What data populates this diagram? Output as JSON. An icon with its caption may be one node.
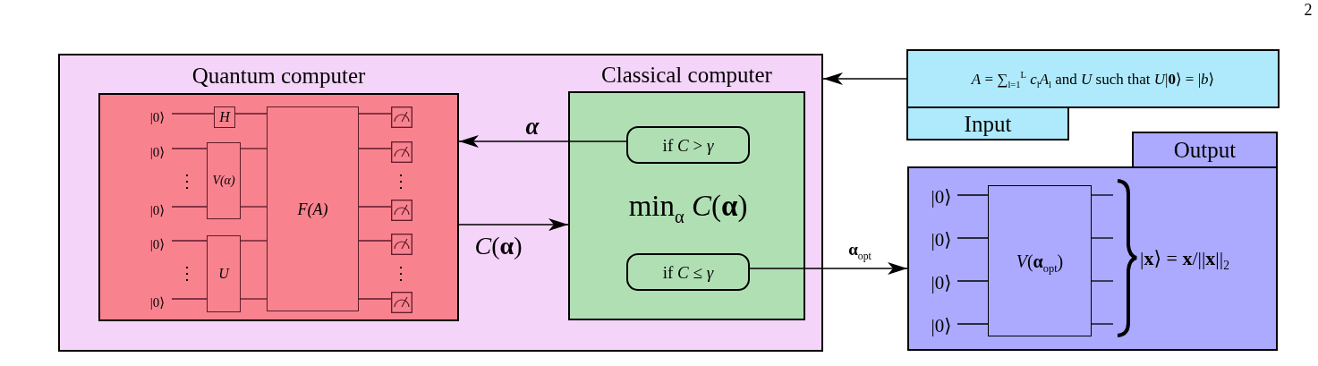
{
  "diagram": {
    "nodes": [
      {
        "text": [],
        "shape": "box"
      },
      {
        "text": [
          "Quantum computer"
        ],
        "in": 0
      },
      {
        "text": [
          "|0⟩"
        ],
        "in": 1
      },
      {
        "text": [
          "H"
        ],
        "in": 1
      },
      {
        "text": [
          "|0⟩"
        ],
        "in": 1
      },
      {
        "text": [
          "V(α)"
        ],
        "in": 1
      },
      {
        "text": [
          "|0⟩"
        ],
        "in": 1
      },
      {
        "text": [
          "|0⟩"
        ],
        "in": 1
      },
      {
        "text": [
          "U"
        ],
        "in": 1
      },
      {
        "text": [
          "|0⟩"
        ],
        "in": 1
      },
      {
        "text": [
          "F(A)"
        ],
        "in": 1
      },
      {
        "text": [],
        "shape": "picture",
        "in": 1
      },
      {
        "text": [],
        "shape": "picture",
        "in": 1
      },
      {
        "text": [],
        "shape": "picture",
        "in": 1
      },
      {
        "text": [],
        "shape": "picture",
        "in": 1
      },
      {
        "text": [],
        "shape": "picture",
        "in": 1
      },
      {
        "text": [
          "Classical computer",
          "min$_{α}$ *C*(**α**)"
        ],
        "in": 0
      },
      {
        "text": [
          "if *C* > *γ*"
        ],
        "in": 16
      },
      {
        "text": [
          "if *C* ≤ *γ*"
        ],
        "in": 16
      },
      {
        "text": [
          "*A* = ∑$_{l=1}$$^{L}$ *c*$_{l}$*A*$_{l}$ and *U* such that *U*|**0**⟩ = |*b*⟩",
          "Input"
        ]
      },
      {
        "text": [
          "Output",
          "|**x**⟩ = **x**/||**x**||$_{2}$"
        ]
      },
      {
        "text": [
          "|0⟩"
        ],
        "in": 20
      },
      {
        "text": [
          "|0⟩"
        ],
        "in": 20
      },
      {
        "text": [
          "|0⟩"
        ],
        "in": 20
      },
      {
        "text": [
          "|0⟩"
        ],
        "in": 20
      },
      {
        "text": [
          "*V*(**α**$_{opt}$)"
        ],
        "in": 20
      }
    ],
    "edges": [
      {
        "from": 17,
        "to": 1,
        "arrow": "to",
        "label": "α",
        "color": "#000000"
      },
      {
        "from": 1,
        "to": 16,
        "arrow": "to",
        "label": "*C*(**α**)",
        "color": "#000000"
      },
      {
        "from": 18,
        "to": 20,
        "arrow": "to",
        "label": "**α**$_{opt}$",
        "color": "#000000"
      },
      {
        "from": 19,
        "to": 0,
        "arrow": "to",
        "color": "#000000"
      },
      {
        "from": 2,
        "to": 3,
        "arrow": "none",
        "color": "#5e1a28"
      },
      {
        "from": 3,
        "to": 10,
        "arrow": "none",
        "color": "#5e1a28"
      },
      {
        "from": 4,
        "to": 5,
        "arrow": "none",
        "color": "#5e1a28"
      },
      {
        "from": 5,
        "to": 10,
        "arrow": "none",
        "color": "#5e1a28"
      },
      {
        "from": 6,
        "to": 5,
        "arrow": "none",
        "color": "#5e1a28"
      },
      {
        "from": 5,
        "to": 10,
        "arrow": "none",
        "color": "#5e1a28"
      },
      {
        "from": 7,
        "to": 8,
        "arrow": "none",
        "color": "#5e1a28"
      },
      {
        "from": 8,
        "to": 10,
        "arrow": "none",
        "color": "#5e1a28"
      },
      {
        "from": 9,
        "to": 8,
        "arrow": "none",
        "color": "#5e1a28"
      },
      {
        "from": 8,
        "to": 10,
        "arrow": "none",
        "color": "#5e1a28"
      },
      {
        "from": 10,
        "to": 11,
        "arrow": "none",
        "color": "#5e1a28"
      },
      {
        "from": 10,
        "to": 12,
        "arrow": "none",
        "color": "#5e1a28"
      },
      {
        "from": 10,
        "to": 13,
        "arrow": "none",
        "color": "#5e1a28"
      },
      {
        "from": 10,
        "to": 14,
        "arrow": "none",
        "color": "#5e1a28"
      },
      {
        "from": 10,
        "to": 15,
        "arrow": "none",
        "color": "#5e1a28"
      },
      {
        "from": 21,
        "to": 25,
        "arrow": "none",
        "color": "#000000"
      },
      {
        "from": 22,
        "to": 25,
        "arrow": "none",
        "color": "#000000"
      },
      {
        "from": 23,
        "to": 25,
        "arrow": "none",
        "color": "#000000"
      },
      {
        "from": 24,
        "to": 25,
        "arrow": "none",
        "color": "#000000"
      },
      {
        "from": 25,
        "to": null,
        "arrow": "none",
        "color": "#000000"
      },
      {
        "from": 25,
        "to": null,
        "arrow": "none",
        "color": "#000000"
      },
      {
        "from": 25,
        "to": null,
        "arrow": "none",
        "color": "#000000"
      },
      {
        "from": 25,
        "to": null,
        "arrow": "none",
        "color": "#000000"
      }
    ],
    "labels": [
      "2",
      "⋮",
      "⋮",
      "⋮",
      "⋮"
    ]
  }
}
